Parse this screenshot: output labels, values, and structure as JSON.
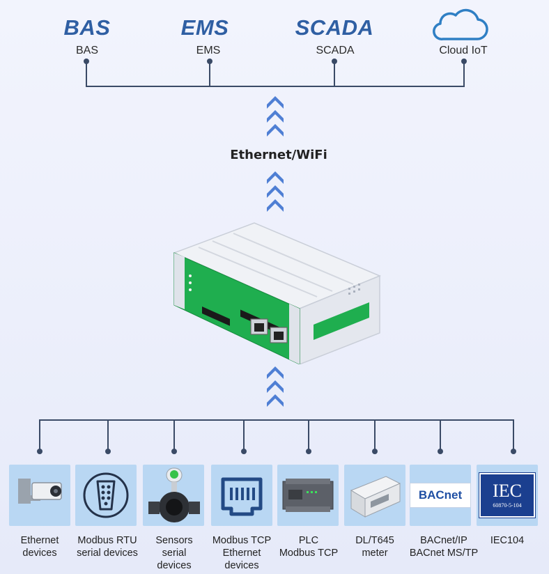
{
  "top_systems": [
    {
      "logo": "BAS",
      "label": "BAS"
    },
    {
      "logo": "EMS",
      "label": "EMS"
    },
    {
      "logo": "SCADA",
      "label": "SCADA"
    },
    {
      "logo": "",
      "label": "Cloud IoT",
      "icon": "cloud-icon"
    }
  ],
  "network_label": "Ethernet/WiFi",
  "gateway": {
    "icon": "gateway-device-icon"
  },
  "devices": [
    {
      "label": "Ethernet\ndevices",
      "icon": "ip-camera-icon"
    },
    {
      "label": "Modbus RTU\nserial devices",
      "icon": "serial-port-icon"
    },
    {
      "label": "Sensors\nserial\ndevices",
      "icon": "flow-meter-sensor-icon"
    },
    {
      "label": "Modbus TCP\nEthernet\ndevices",
      "icon": "ethernet-port-icon"
    },
    {
      "label": "PLC\nModbus TCP",
      "icon": "plc-icon"
    },
    {
      "label": "DL/T645\nmeter",
      "icon": "energy-meter-icon"
    },
    {
      "label": "BACnet/IP\nBACnet MS/TP",
      "icon": "bacnet-logo-icon",
      "logo_text": "BACnet"
    },
    {
      "label": "IEC104",
      "icon": "iec-logo-icon",
      "logo_text": "IEC",
      "logo_subtext": "60870-5-104"
    }
  ],
  "colors": {
    "accent_blue": "#2f5fa3",
    "wire": "#3a4a66",
    "chevron": "#4f7fd4",
    "tile": "#b9d7f3",
    "gateway_green": "#1fae4f"
  }
}
